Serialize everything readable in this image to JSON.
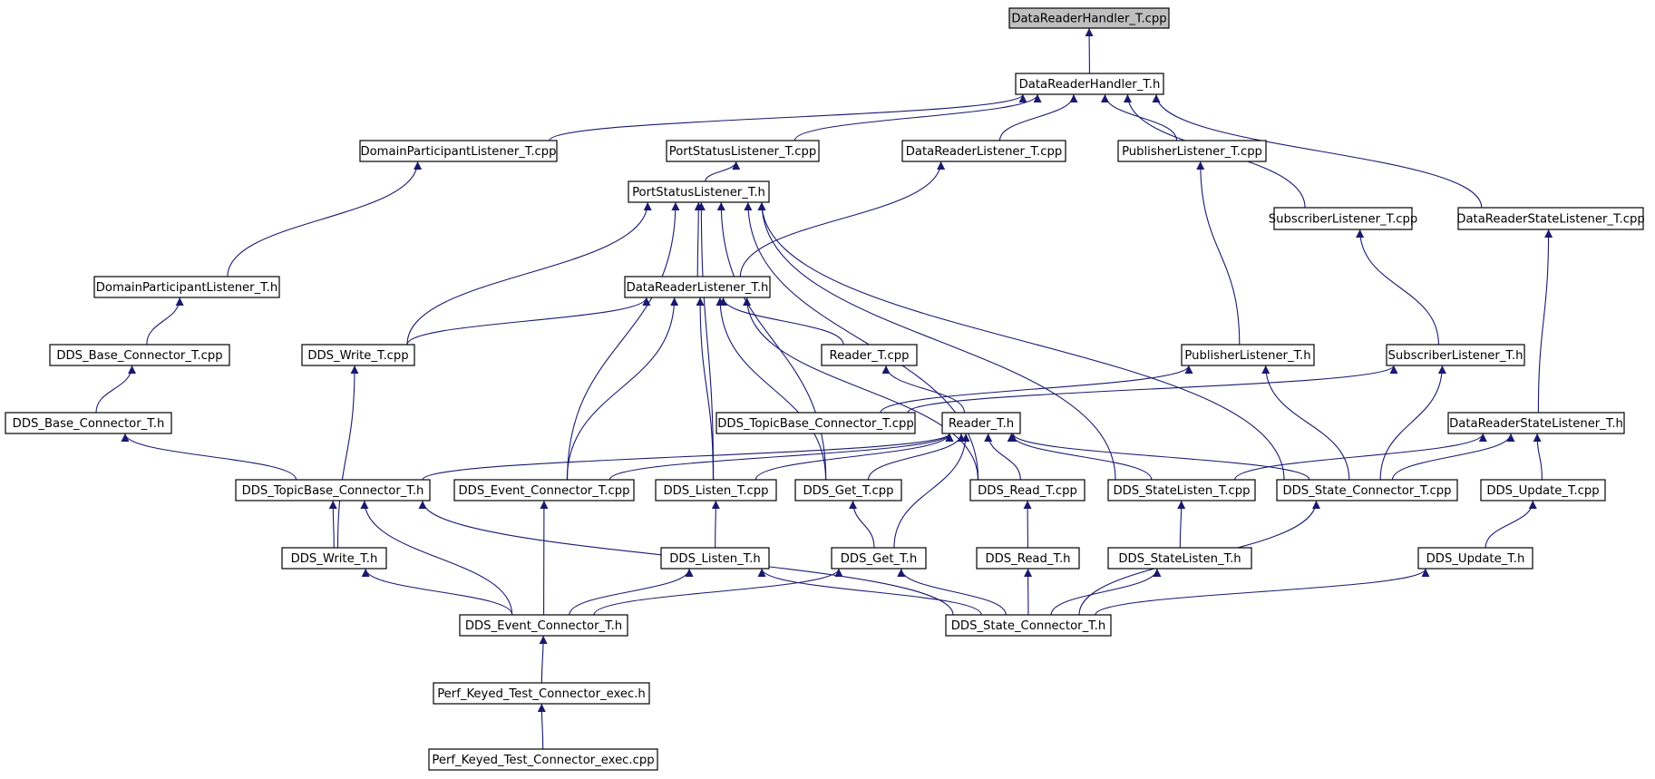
{
  "graph": {
    "nodes": [
      {
        "id": "n0",
        "label": "DataReaderHandler_T.cpp",
        "root": true
      },
      {
        "id": "n1",
        "label": "DataReaderHandler_T.h"
      },
      {
        "id": "n2",
        "label": "DomainParticipantListener_T.cpp"
      },
      {
        "id": "n3",
        "label": "PortStatusListener_T.cpp"
      },
      {
        "id": "n4",
        "label": "DataReaderListener_T.cpp"
      },
      {
        "id": "n5",
        "label": "PublisherListener_T.cpp"
      },
      {
        "id": "n6",
        "label": "SubscriberListener_T.cpp"
      },
      {
        "id": "n7",
        "label": "DataReaderStateListener_T.cpp"
      },
      {
        "id": "n8",
        "label": "PortStatusListener_T.h"
      },
      {
        "id": "n9",
        "label": "DomainParticipantListener_T.h"
      },
      {
        "id": "n10",
        "label": "DataReaderListener_T.h"
      },
      {
        "id": "n11",
        "label": "DDS_Base_Connector_T.cpp"
      },
      {
        "id": "n12",
        "label": "DDS_Write_T.cpp"
      },
      {
        "id": "n13",
        "label": "Reader_T.cpp"
      },
      {
        "id": "n14",
        "label": "PublisherListener_T.h"
      },
      {
        "id": "n15",
        "label": "SubscriberListener_T.h"
      },
      {
        "id": "n16",
        "label": "DDS_Base_Connector_T.h"
      },
      {
        "id": "n17",
        "label": "DDS_TopicBase_Connector_T.cpp"
      },
      {
        "id": "n18",
        "label": "Reader_T.h"
      },
      {
        "id": "n19",
        "label": "DataReaderStateListener_T.h"
      },
      {
        "id": "n20",
        "label": "DDS_TopicBase_Connector_T.h"
      },
      {
        "id": "n21",
        "label": "DDS_Event_Connector_T.cpp"
      },
      {
        "id": "n22",
        "label": "DDS_Listen_T.cpp"
      },
      {
        "id": "n23",
        "label": "DDS_Get_T.cpp"
      },
      {
        "id": "n24",
        "label": "DDS_Read_T.cpp"
      },
      {
        "id": "n25",
        "label": "DDS_StateListen_T.cpp"
      },
      {
        "id": "n26",
        "label": "DDS_State_Connector_T.cpp"
      },
      {
        "id": "n27",
        "label": "DDS_Update_T.cpp"
      },
      {
        "id": "n28",
        "label": "DDS_Write_T.h"
      },
      {
        "id": "n29",
        "label": "DDS_Listen_T.h"
      },
      {
        "id": "n30",
        "label": "DDS_Get_T.h"
      },
      {
        "id": "n31",
        "label": "DDS_Read_T.h"
      },
      {
        "id": "n32",
        "label": "DDS_StateListen_T.h"
      },
      {
        "id": "n33",
        "label": "DDS_Update_T.h"
      },
      {
        "id": "n34",
        "label": "DDS_Event_Connector_T.h"
      },
      {
        "id": "n35",
        "label": "DDS_State_Connector_T.h"
      },
      {
        "id": "n36",
        "label": "Perf_Keyed_Test_Connector_exec.h"
      },
      {
        "id": "n37",
        "label": "Perf_Keyed_Test_Connector_exec.cpp"
      }
    ],
    "edges": [
      [
        "n1",
        "n0"
      ],
      [
        "n2",
        "n1"
      ],
      [
        "n3",
        "n1"
      ],
      [
        "n4",
        "n1"
      ],
      [
        "n5",
        "n1"
      ],
      [
        "n6",
        "n1"
      ],
      [
        "n7",
        "n1"
      ],
      [
        "n9",
        "n2"
      ],
      [
        "n8",
        "n3"
      ],
      [
        "n10",
        "n4"
      ],
      [
        "n14",
        "n5"
      ],
      [
        "n15",
        "n6"
      ],
      [
        "n19",
        "n7"
      ],
      [
        "n10",
        "n8"
      ],
      [
        "n12",
        "n8"
      ],
      [
        "n21",
        "n8"
      ],
      [
        "n22",
        "n8"
      ],
      [
        "n23",
        "n8"
      ],
      [
        "n24",
        "n8"
      ],
      [
        "n25",
        "n8"
      ],
      [
        "n26",
        "n8"
      ],
      [
        "n11",
        "n9"
      ],
      [
        "n12",
        "n10"
      ],
      [
        "n13",
        "n10"
      ],
      [
        "n21",
        "n10"
      ],
      [
        "n22",
        "n10"
      ],
      [
        "n23",
        "n10"
      ],
      [
        "n24",
        "n10"
      ],
      [
        "n16",
        "n11"
      ],
      [
        "n28",
        "n12"
      ],
      [
        "n18",
        "n13"
      ],
      [
        "n17",
        "n14"
      ],
      [
        "n26",
        "n14"
      ],
      [
        "n17",
        "n15"
      ],
      [
        "n26",
        "n15"
      ],
      [
        "n20",
        "n16"
      ],
      [
        "n21",
        "n18"
      ],
      [
        "n22",
        "n18"
      ],
      [
        "n23",
        "n18"
      ],
      [
        "n24",
        "n18"
      ],
      [
        "n25",
        "n18"
      ],
      [
        "n26",
        "n18"
      ],
      [
        "n30",
        "n18"
      ],
      [
        "n20",
        "n18"
      ],
      [
        "n25",
        "n19"
      ],
      [
        "n26",
        "n19"
      ],
      [
        "n27",
        "n19"
      ],
      [
        "n28",
        "n20"
      ],
      [
        "n34",
        "n20"
      ],
      [
        "n35",
        "n20"
      ],
      [
        "n34",
        "n21"
      ],
      [
        "n29",
        "n22"
      ],
      [
        "n30",
        "n23"
      ],
      [
        "n31",
        "n24"
      ],
      [
        "n32",
        "n25"
      ],
      [
        "n35",
        "n26"
      ],
      [
        "n33",
        "n27"
      ],
      [
        "n34",
        "n28"
      ],
      [
        "n34",
        "n29"
      ],
      [
        "n35",
        "n29"
      ],
      [
        "n34",
        "n30"
      ],
      [
        "n35",
        "n30"
      ],
      [
        "n35",
        "n31"
      ],
      [
        "n35",
        "n32"
      ],
      [
        "n35",
        "n33"
      ],
      [
        "n36",
        "n34"
      ],
      [
        "n37",
        "n36"
      ]
    ]
  }
}
